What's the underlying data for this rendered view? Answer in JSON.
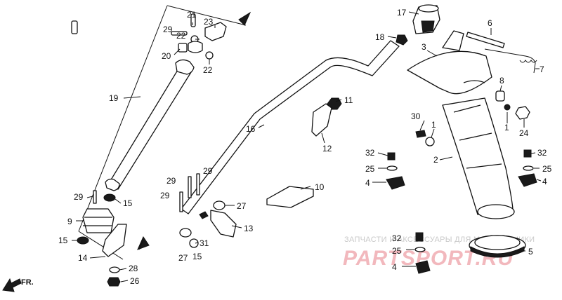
{
  "callouts": {
    "c17": "17",
    "c6": "6",
    "c18": "18",
    "c3": "3",
    "c7": "7",
    "c8": "8",
    "c11": "11",
    "c30": "30",
    "c1a": "1",
    "c1b": "1",
    "c24": "24",
    "c2": "2",
    "c32a": "32",
    "c25a": "25",
    "c4a": "4",
    "c32b": "32",
    "c25b": "25",
    "c4b": "4",
    "c32c": "32",
    "c25c": "25",
    "c4c": "4",
    "c5": "5",
    "c21": "21",
    "c29a": "29",
    "c22a": "22",
    "c23": "23",
    "c20": "20",
    "c22b": "22",
    "c19": "19",
    "c16": "16",
    "c12": "12",
    "c10": "10",
    "c29b": "29",
    "c29c": "29",
    "c29d": "29",
    "c29e": "29",
    "c15a": "15",
    "c9": "9",
    "c15b": "15",
    "c14": "14",
    "c28": "28",
    "c26": "26",
    "c27a": "27",
    "c13": "13",
    "c31": "31",
    "c27b": "27",
    "c15c": "15"
  },
  "watermark": {
    "caption": "ЗАПЧАСТИ И АКСЕССУАРЫ ДЛЯ МОТОТЕХНИКИ",
    "logo": "PARTSPORT.RU"
  },
  "direction": {
    "label": "FR."
  }
}
